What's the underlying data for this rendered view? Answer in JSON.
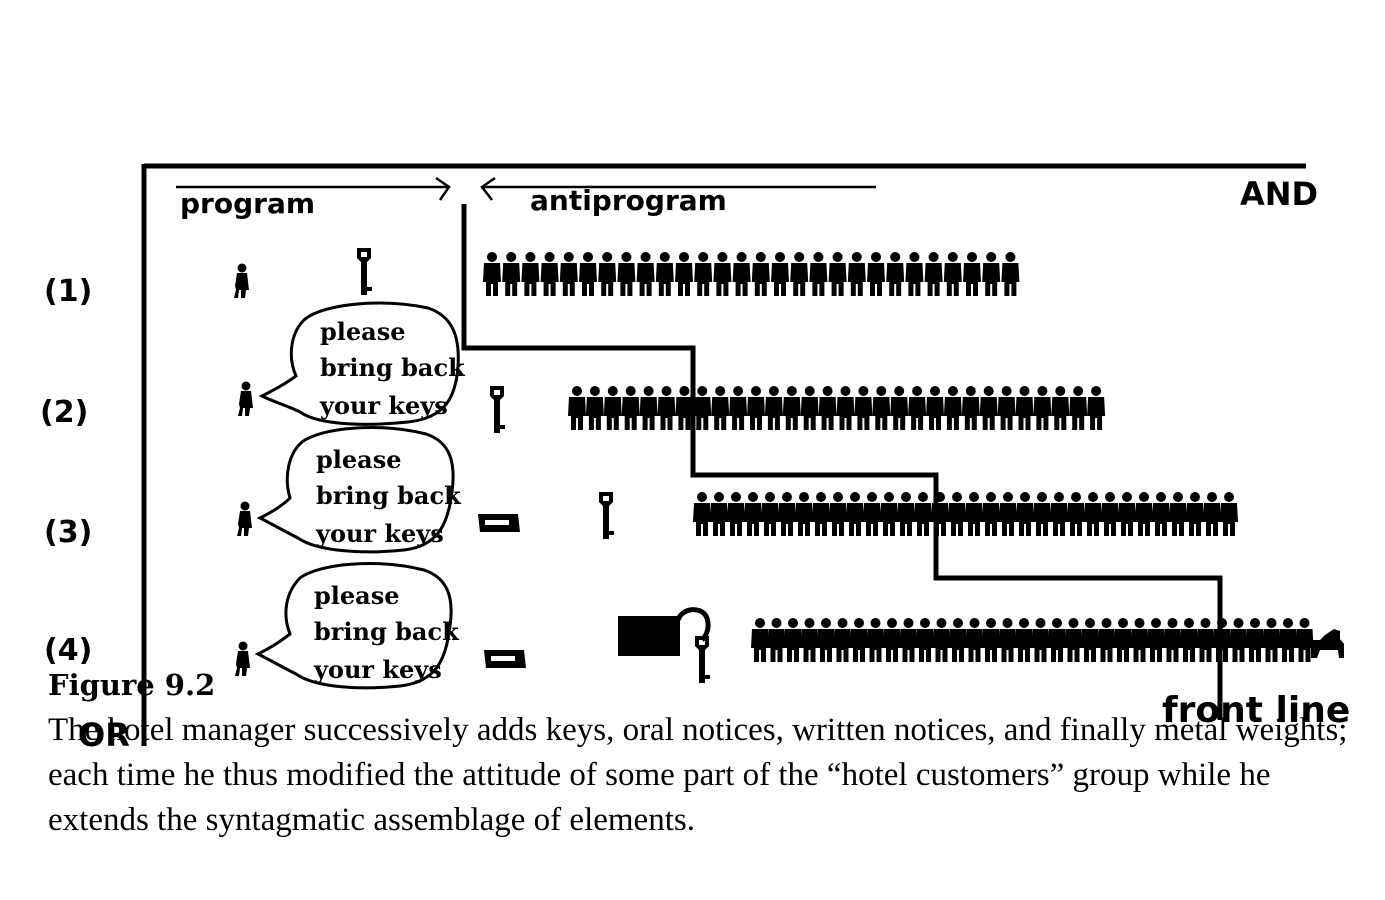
{
  "diagram": {
    "header_left": "program",
    "header_right": "antiprogram",
    "corner_top_right": "AND",
    "corner_bottom_left": "OR",
    "front_line_label": "front line",
    "rows": [
      {
        "label": "(1)",
        "program_items": [
          "person-icon",
          "key-icon"
        ],
        "crowd_count": 28
      },
      {
        "label": "(2)",
        "program_items": [
          "person-icon",
          "speech-bubble",
          "key-icon"
        ],
        "crowd_count": 30
      },
      {
        "label": "(3)",
        "program_items": [
          "person-icon",
          "speech-bubble",
          "sign-icon",
          "key-icon"
        ],
        "crowd_count": 32
      },
      {
        "label": "(4)",
        "program_items": [
          "person-icon",
          "speech-bubble",
          "sign-icon",
          "weight-key-icon"
        ],
        "crowd_count": 34
      }
    ],
    "bubble_lines": [
      "please",
      "bring back",
      "your keys"
    ],
    "colors": {
      "ink": "#000000",
      "paper": "#ffffff"
    }
  },
  "caption": {
    "title": "Figure 9.2",
    "text": "The hotel manager successively adds keys, oral notices, written notices, and finally metal weights; each time he thus modified the attitude of some part of the “hotel customers” group while he extends the syntagmatic assemblage of elements."
  }
}
